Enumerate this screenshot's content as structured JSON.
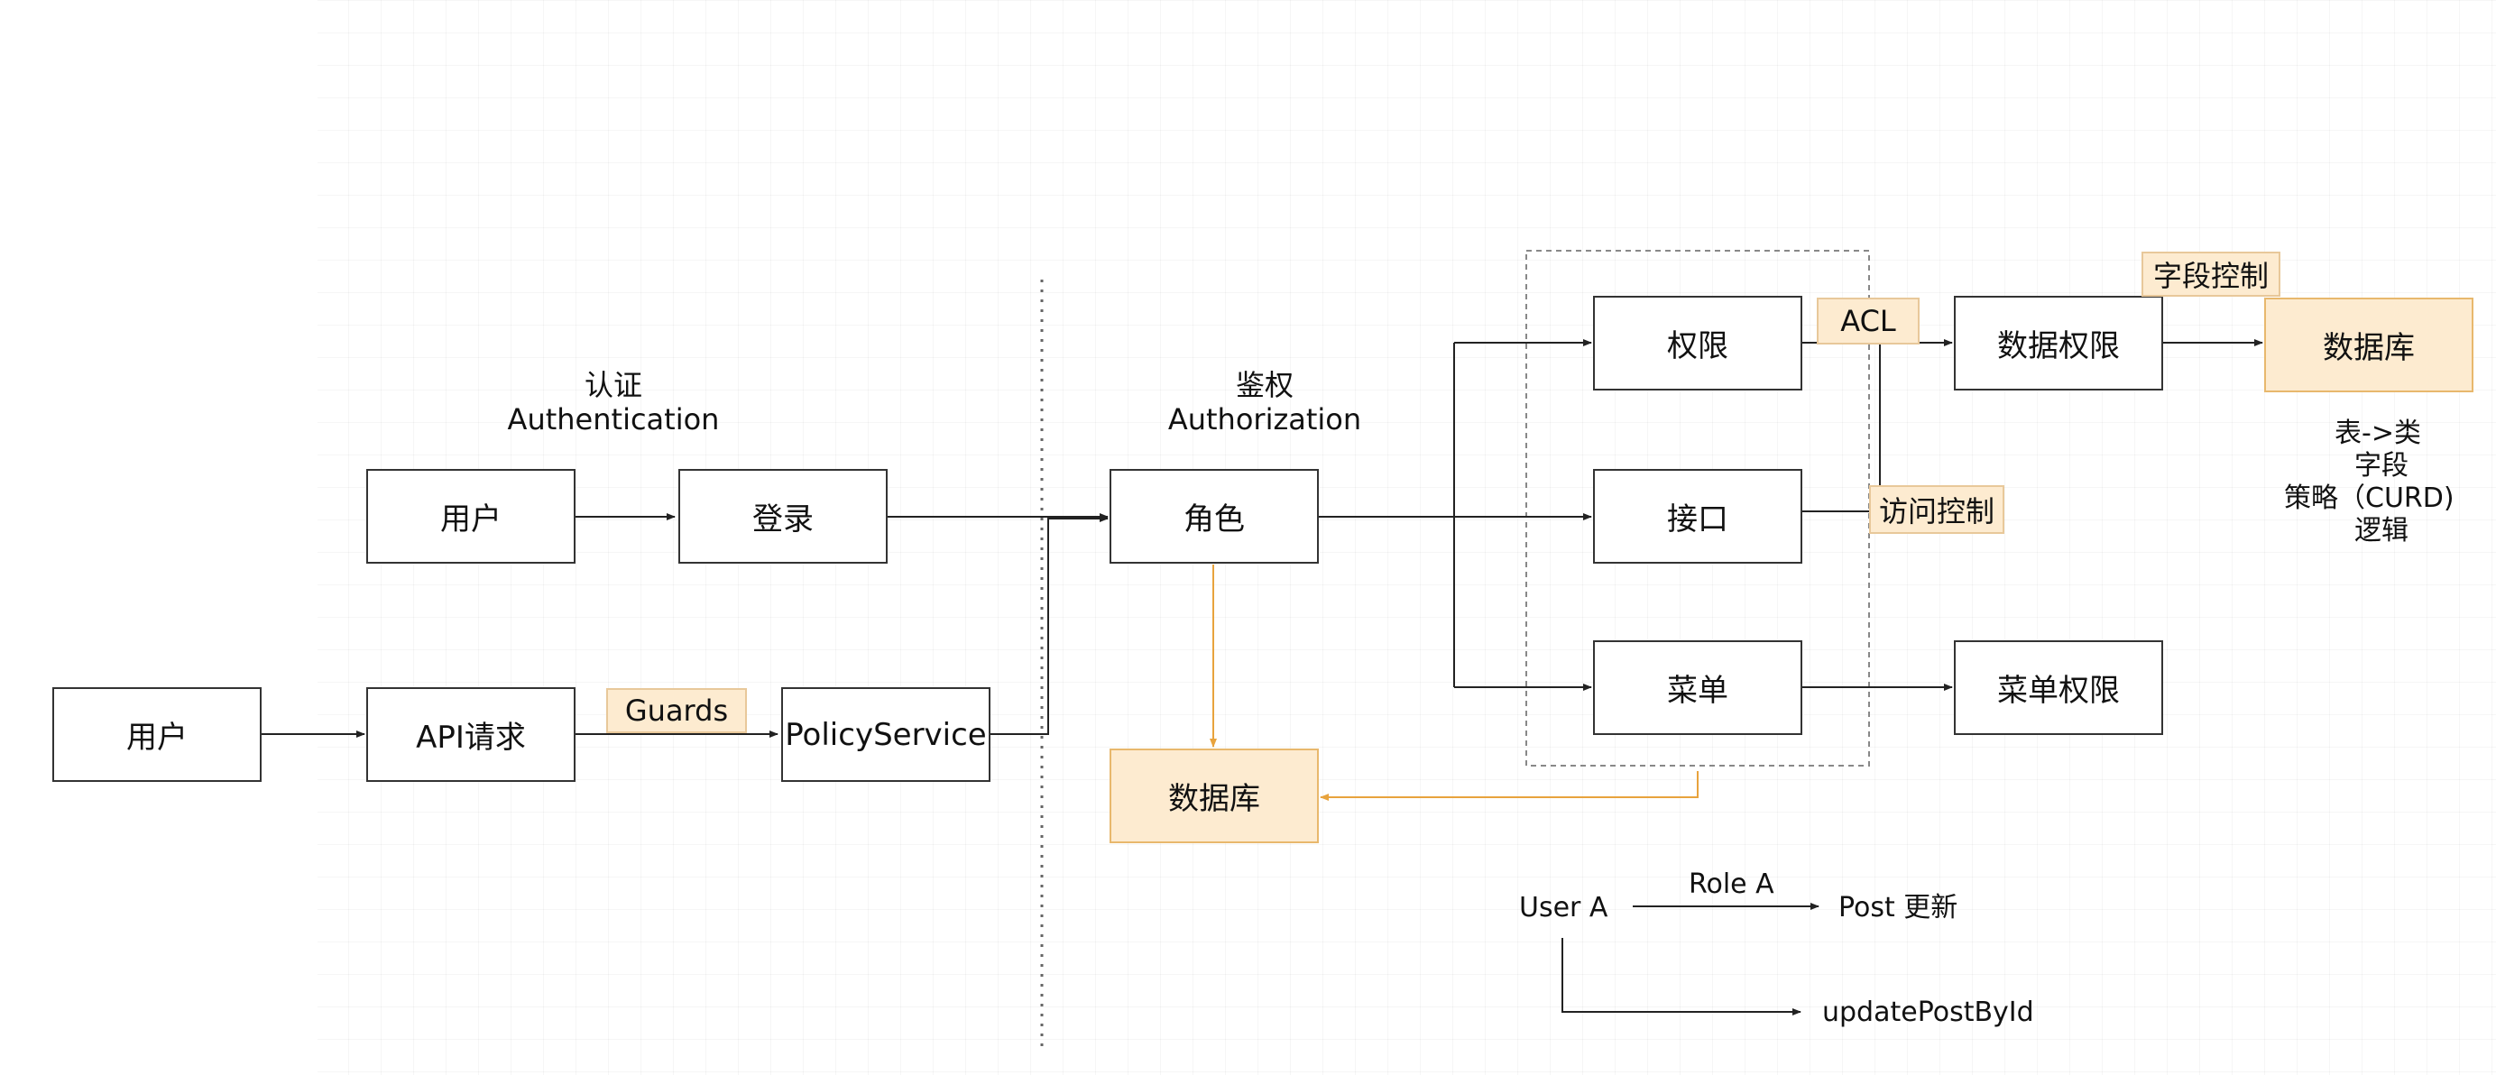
{
  "diagram": {
    "authentication": {
      "title_cn": "认证",
      "title_en": "Authentication",
      "user_top": "用户",
      "login": "登录",
      "user_left": "用户",
      "api_request": "API请求",
      "guards": "Guards",
      "policy_service": "PolicyService"
    },
    "authorization": {
      "title_cn": "鉴权",
      "title_en": "Authorization",
      "role": "角色",
      "database": "数据库",
      "permission": "权限",
      "interface": "接口",
      "menu": "菜单",
      "acl": "ACL",
      "access_control": "访问控制",
      "data_permission": "数据权限",
      "field_control": "字段控制",
      "database_right": "数据库",
      "menu_permission": "菜单权限",
      "notes": [
        "表->类",
        "字段",
        "策略（CURD)",
        "逻辑"
      ]
    },
    "example": {
      "user": "User A",
      "role": "Role A",
      "post_update": "Post 更新",
      "method": "updatePostById"
    }
  },
  "colors": {
    "highlight_fill": "#fdebd0",
    "highlight_border": "#e8b86d",
    "line": "#333333",
    "orange_line": "#e8a33d"
  }
}
